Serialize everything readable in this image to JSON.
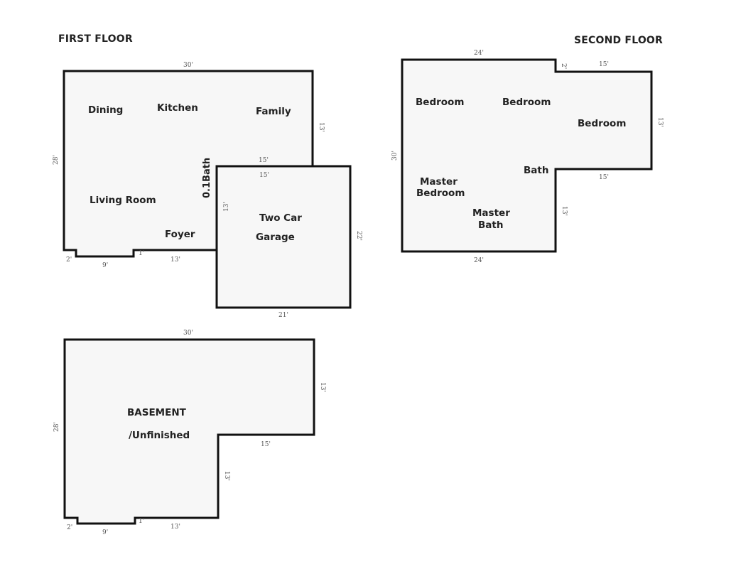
{
  "headings": {
    "first_floor": "FIRST FLOOR",
    "second_floor": "SECOND FLOOR"
  },
  "first_floor": {
    "rooms": {
      "dining": "Dining",
      "kitchen": "Kitchen",
      "family": "Family",
      "half_bath": "0.1Bath",
      "living_room": "Living Room",
      "foyer": "Foyer",
      "garage_line1": "Two Car",
      "garage_line2": "Garage"
    },
    "dimensions": {
      "top": "30'",
      "left": "28'",
      "right": "13'",
      "step_in_top": "15'",
      "garage_top": "15'",
      "garage_left": "13'",
      "garage_right": "22'",
      "garage_bottom": "21'",
      "notch_left": "2'",
      "notch_bottom": "9'",
      "notch_right": "1'",
      "bottom_right": "13'"
    }
  },
  "second_floor": {
    "rooms": {
      "bedroom_1": "Bedroom",
      "bedroom_2": "Bedroom",
      "bedroom_3": "Bedroom",
      "bath": "Bath",
      "master_bedroom_line1": "Master",
      "master_bedroom_line2": "Bedroom",
      "master_bath_line1": "Master",
      "master_bath_line2": "Bath"
    },
    "dimensions": {
      "top": "24'",
      "step": "2'",
      "top_right": "15'",
      "right": "13'",
      "left": "30'",
      "step_in": "15'",
      "inner_vertical": "13'",
      "bottom": "24'"
    }
  },
  "basement": {
    "label_line1": "BASEMENT",
    "label_line2": "/Unfinished",
    "dimensions": {
      "top": "30'",
      "left": "28'",
      "right": "13'",
      "step_in": "15'",
      "inner_vertical": "13'",
      "notch_left": "2'",
      "notch_bottom": "9'",
      "notch_right": "1'",
      "bottom_right": "13'"
    }
  }
}
